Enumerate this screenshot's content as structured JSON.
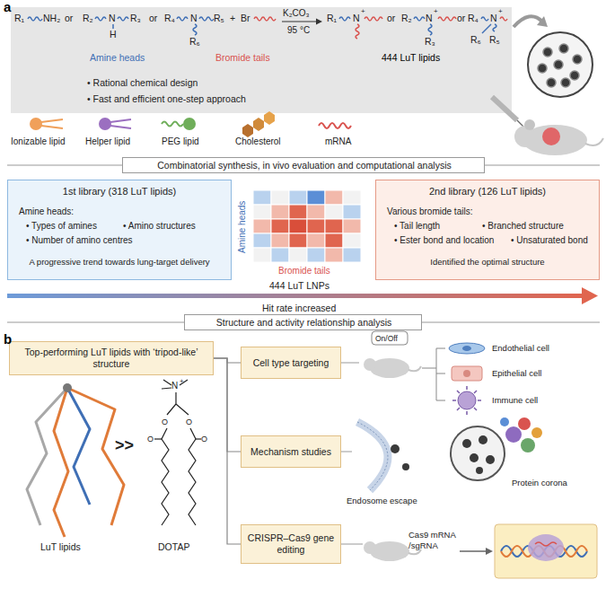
{
  "diagram": {
    "nodes": [
      {
        "text": [
          "• Rational chemical design",
          "• Fast and efficient one-step approach"
        ]
      },
      {
        "text": [
          "Combinatorial synthesis, in vivo evaluation and computational analysis"
        ]
      },
      {
        "text": [
          "1st library (318 LuT lipids)",
          "Amine heads:",
          "• Types of amines",
          "• Amino structures",
          "• Number of amino centres",
          "A progressive trend towards lung-target delivery"
        ]
      },
      {
        "text": [
          "2nd library (126 LuT lipids)",
          "Various bromide tails:",
          "• Tail length",
          "• Branched structure",
          "• Ester bond and location",
          "• Unsaturated bond",
          "Identified the optimal structure"
        ]
      },
      {
        "text": [
          "Structure and activity relationship analysis"
        ]
      },
      {
        "text": [
          "Top-performing LuT lipids with ‘tripod-like’ structure"
        ]
      },
      {
        "text": [
          "Cell type targeting"
        ]
      },
      {
        "text": [
          "Mechanism studies"
        ]
      },
      {
        "text": [
          "CRISPR–Cas9 gene editing"
        ]
      }
    ],
    "edges": [
      {
        "from": 5,
        "to": 6,
        "arrow": "none"
      },
      {
        "from": 5,
        "to": 7,
        "arrow": "none"
      },
      {
        "from": 5,
        "to": 8,
        "arrow": "none"
      }
    ],
    "labels": [
      "a",
      "R₁",
      "NH₂",
      "or",
      "R₂",
      "N",
      "R₃",
      "H",
      "or",
      "R₄",
      "N",
      "R₅",
      "R₆",
      "+",
      "Br",
      "K₂CO₃",
      "95 °C",
      "R₁",
      "N",
      "+",
      "or",
      "R₂",
      "N",
      "+",
      "R₃",
      "or",
      "R₄",
      "N",
      "+",
      "R₅",
      "R₆",
      "Amine heads",
      "Bromide tails",
      "444 LuT lipids",
      "Ionizable lipid",
      "Helper lipid",
      "PEG lipid",
      "Cholesterol",
      "mRNA",
      "Amine heads",
      "Bromide tails",
      "444 LuT LNPs",
      "Hit rate increased",
      "b",
      "LuT lipids",
      ">>",
      "DOTAP",
      "N",
      "+",
      "O",
      "O",
      "O",
      "O",
      "On/Off",
      "Endothelial cell",
      "Epithelial cell",
      "Immune cell",
      "Endosome escape",
      "Protein corona",
      "Cas9 mRNA /sgRNA"
    ]
  }
}
